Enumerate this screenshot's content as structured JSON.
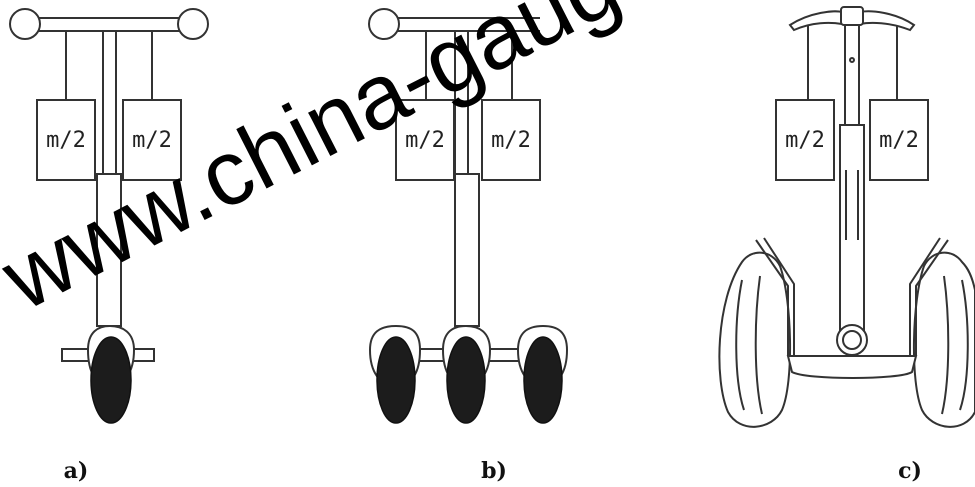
{
  "figure": {
    "mass_label": "m/2",
    "captions": [
      "a)",
      "b)",
      "c)"
    ],
    "watermark": "www.china-gauges.com",
    "watermark_visible": "www.china-gauge"
  },
  "colors": {
    "line": "#333333",
    "tire": "#1c1c1c",
    "background": "#ffffff"
  }
}
